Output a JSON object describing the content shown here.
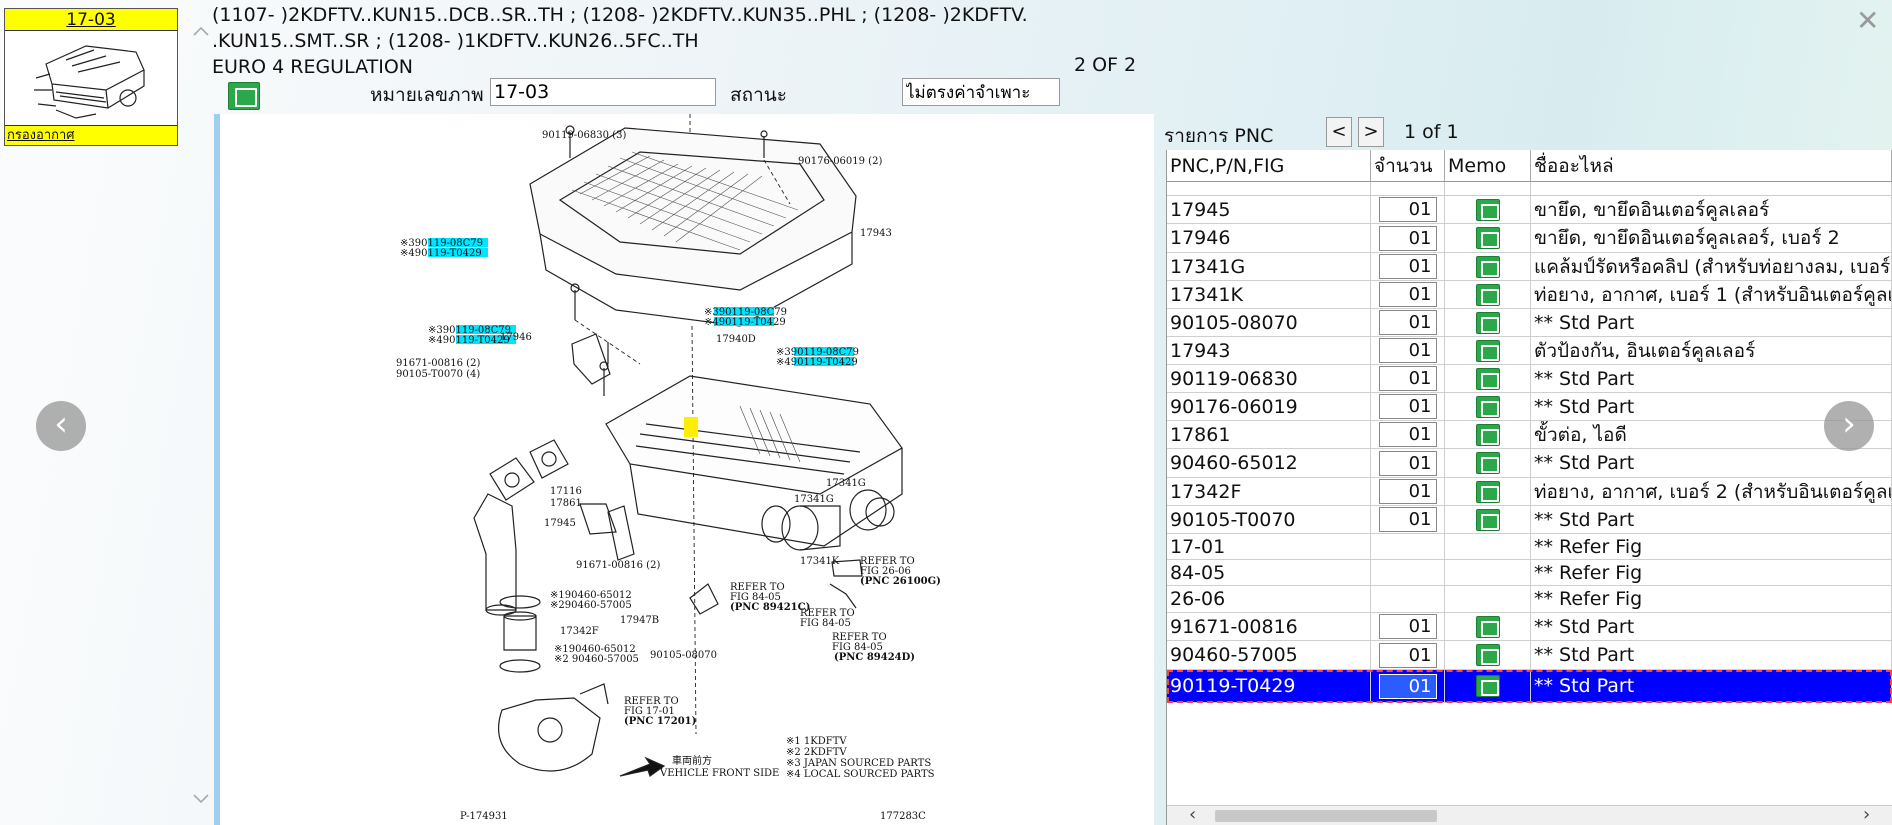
{
  "thumbnail": {
    "title": "17-03",
    "caption": "กรองอากาศ"
  },
  "header": {
    "line1": "(1107-    )2KDFTV..KUN15..DCB..SR..TH ; (1208-    )2KDFTV..KUN35..PHL ; (1208-    )2KDFTV.",
    "line2": ".KUN15..SMT..SR ; (1208-    )1KDFTV..KUN26..5FC..TH",
    "line3": "EURO 4 REGULATION",
    "page": "2 OF  2"
  },
  "form": {
    "picture_no_label": "หมายเลขภาพ",
    "picture_no_value": "17-03",
    "status_label": "สถานะ",
    "status_value": "ไม่ตรงค่าจำเพาะ"
  },
  "pnc_panel": {
    "label": "รายการ PNC",
    "prev": "<",
    "next": ">",
    "pager": "1 of 1",
    "columns": [
      "PNC,P/N,FIG",
      "จำนวน",
      "Memo",
      "ชื่ออะไหล่"
    ],
    "rows": [
      {
        "pnc": "17945",
        "qty": "01",
        "memo": true,
        "name": "ขายึด, ขายึดอินเตอร์คูลเลอร์"
      },
      {
        "pnc": "17946",
        "qty": "01",
        "memo": true,
        "name": "ขายึด, ขายึดอินเตอร์คูลเลอร์, เบอร์ 2"
      },
      {
        "pnc": "17341G",
        "qty": "01",
        "memo": true,
        "name": "แคล้มป์รัดหรือคลิป (สำหรับท่อยางลม, เบอร์"
      },
      {
        "pnc": "17341K",
        "qty": "01",
        "memo": true,
        "name": "ท่อยาง, อากาศ, เบอร์ 1 (สำหรับอินเตอร์คูลเ"
      },
      {
        "pnc": "90105-08070",
        "qty": "01",
        "memo": true,
        "name": "** Std Part"
      },
      {
        "pnc": "17943",
        "qty": "01",
        "memo": true,
        "name": "ตัวป้องกัน, อินเตอร์คูลเลอร์"
      },
      {
        "pnc": "90119-06830",
        "qty": "01",
        "memo": true,
        "name": "** Std Part"
      },
      {
        "pnc": "90176-06019",
        "qty": "01",
        "memo": true,
        "name": "** Std Part"
      },
      {
        "pnc": "17861",
        "qty": "01",
        "memo": true,
        "name": "ขั้วต่อ, ไอดี"
      },
      {
        "pnc": "90460-65012",
        "qty": "01",
        "memo": true,
        "name": "** Std Part"
      },
      {
        "pnc": "17342F",
        "qty": "01",
        "memo": true,
        "name": "ท่อยาง, อากาศ, เบอร์ 2 (สำหรับอินเตอร์คูลเ"
      },
      {
        "pnc": "90105-T0070",
        "qty": "01",
        "memo": true,
        "name": "** Std Part"
      },
      {
        "pnc": "17-01",
        "qty": "",
        "memo": false,
        "name": "** Refer Fig"
      },
      {
        "pnc": "84-05",
        "qty": "",
        "memo": false,
        "name": "** Refer Fig"
      },
      {
        "pnc": "26-06",
        "qty": "",
        "memo": false,
        "name": "** Refer Fig"
      },
      {
        "pnc": "91671-00816",
        "qty": "01",
        "memo": true,
        "name": "** Std Part"
      },
      {
        "pnc": "90460-57005",
        "qty": "01",
        "memo": true,
        "name": "** Std Part"
      },
      {
        "pnc": "90119-T0429",
        "qty": "01",
        "memo": true,
        "name": "** Std Part",
        "selected": true
      }
    ]
  },
  "diagram": {
    "labels": {
      "l1": "90119-06830 (3)",
      "l2": "90176-06019 (2)",
      "l3": "17943",
      "l4a": "※390119-08C79",
      "l4b": "※490119-T0429",
      "l5": "17946",
      "l6": "91671-00816 (2)",
      "l7a": "※390119-08C79",
      "l7b": "※490119-T0429",
      "l8": "90105-T0070 (4)",
      "l9a": "※390119-08C79",
      "l9b": "※490119-T0429",
      "l10": "17940D",
      "l11a": "※390119-08C79",
      "l11b": "※490119-T0429",
      "l12": "17116",
      "l13": "17861",
      "l14": "17945",
      "l15": "17341G",
      "l16": "17341G",
      "l17": "17341K",
      "l18": "91671-00816 (2)",
      "l19a": "※190460-65012",
      "l19b": "※290460-57005",
      "l20": "17342F",
      "l21": "17947B",
      "l22a": "※190460-65012",
      "l22b": "※2 90460-57005",
      "l23": "90105-08070",
      "r1a": "REFER TO",
      "r1b": "FIG 26-06",
      "r1c": "(PNC 26100G)",
      "r2a": "REFER TO",
      "r2b": "FIG 84-05",
      "r2c": "(PNC 89421C)",
      "r3a": "REFER TO",
      "r3b": "FIG 84-05",
      "r4a": "REFER TO",
      "r4b": "FIG 84-05",
      "r4c": "(PNC 89424D)",
      "r5a": "REFER TO",
      "r5b": "FIG 17-01",
      "r5c": "(PNC 17201)",
      "front_jp": "車両前方",
      "front_en": "VEHICLE FRONT SIDE",
      "n1": "※1 1KDFTV",
      "n2": "※2 2KDFTV",
      "n3": "※3 JAPAN SOURCED PARTS",
      "n4": "※4 LOCAL SOURCED PARTS",
      "code_left": "P-174931",
      "code_right": "177283C"
    }
  },
  "colors": {
    "selected_row": "#0000ff",
    "highlight_label": "#00e5ff",
    "thumbnail_band": "#ffff00",
    "memo_icon": "#2aa84a"
  }
}
